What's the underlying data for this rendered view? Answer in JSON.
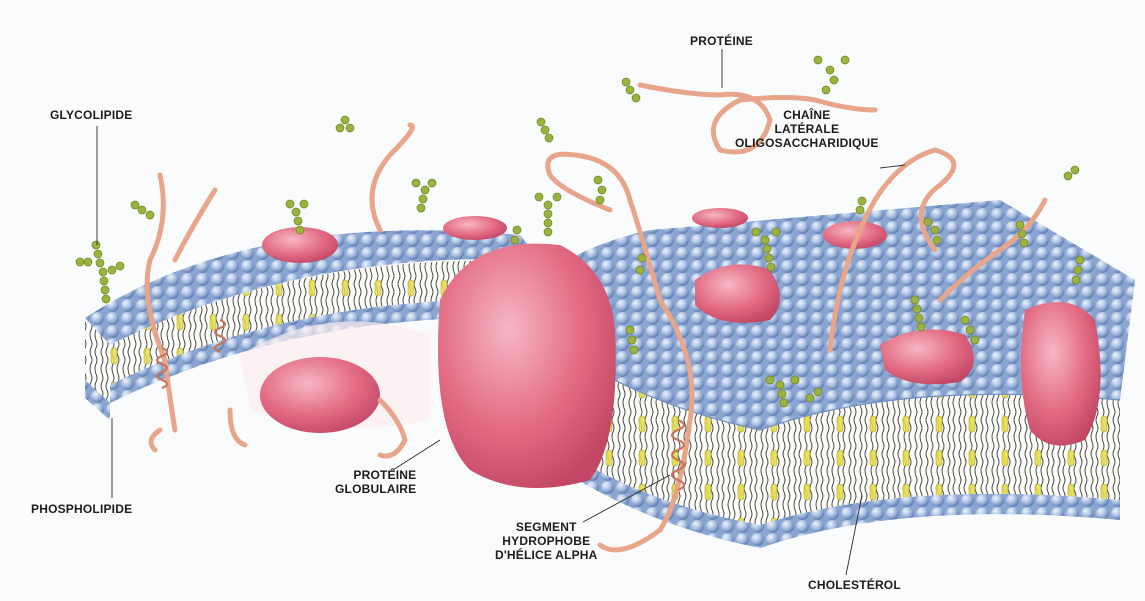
{
  "labels": {
    "glycolipide": "GLYCOLIPIDE",
    "phospholipide": "PHOSPHOLIPIDE",
    "proteine": "PROTÉINE",
    "chaine": [
      "CHAÎNE",
      "LATÉRALE",
      "OLIGOSACCHARIDIQUE"
    ],
    "globulaire": [
      "PROTÉINE",
      "GLOBULAIRE"
    ],
    "segment": [
      "SEGMENT",
      "HYDROPHOBE",
      "D'HÉLICE ALPHA"
    ],
    "cholesterol": "CHOLESTÉROL"
  },
  "colors": {
    "head": "#9fb8df",
    "head_dark": "#6f8fc2",
    "protein": "#e0677f",
    "protein_light": "#f2a2b1",
    "sugar": "#9cb23e",
    "sugar_dark": "#6f8424",
    "chain": "#e8a58a",
    "cholesterol": "#e7dd4a",
    "leader": "#2a2a2a"
  }
}
